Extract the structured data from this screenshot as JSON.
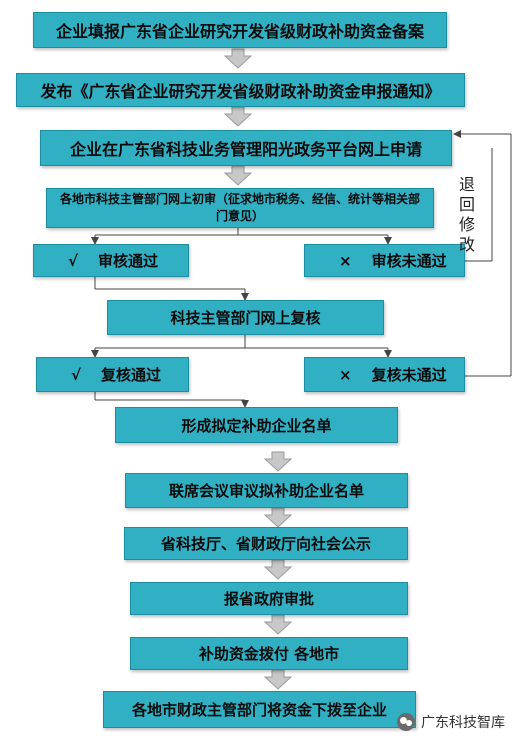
{
  "flow": {
    "step1": "企业填报广东省企业研究开发省级财政补助资金备案",
    "step2": "发布《广东省企业研究开发省级财政补助资金申报通知》",
    "step3": "企业在广东省科技业务管理阳光政务平台网上申请",
    "step4": "各地市科技主管部门网上初审（征求地市税务、经信、统计等相关部门意见）",
    "first_pass": {
      "mark": "√",
      "label": "审核通过"
    },
    "first_fail": {
      "mark": "×",
      "label": "审核未通过"
    },
    "step5": "科技主管部门网上复核",
    "second_pass": {
      "mark": "√",
      "label": "复核通过"
    },
    "second_fail": {
      "mark": "×",
      "label": "复核未通过"
    },
    "step6": "形成拟定补助企业名单",
    "step7": "联席会议审议拟补助企业名单",
    "step8": "省科技厅、省财政厅向社会公示",
    "step9": "报省政府审批",
    "step10": "补助资金拨付 各地市",
    "step11": "各地市财政主管部门将资金下拨至企业"
  },
  "return_label": "退回修改",
  "watermark": "广东科技智库",
  "colors": {
    "box_fill": "#31b0c4",
    "box_border": "#1d8ea0",
    "arrow_fill": "#c8c8c8",
    "line": "#444444"
  }
}
